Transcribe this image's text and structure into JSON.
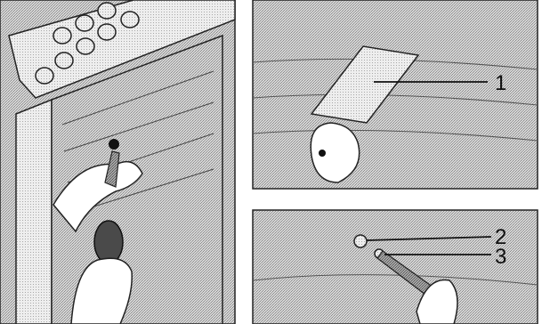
{
  "callouts": {
    "one": "1",
    "two": "2",
    "three": "3"
  },
  "colors": {
    "ink": "#111111",
    "panel_shade": "#bdbdbd",
    "paper": "#ffffff"
  },
  "panels": {
    "left": "oven-interior-with-hands-removing-part",
    "top_right": "hand-removing-tray",
    "bottom_right": "screw-removal-closeup"
  }
}
